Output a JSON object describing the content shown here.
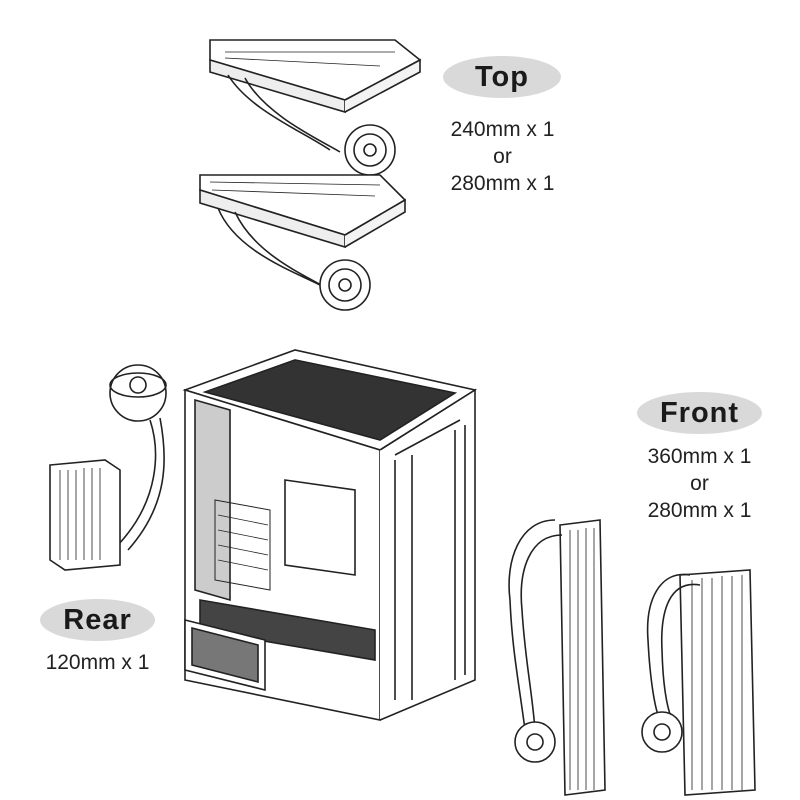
{
  "placements": {
    "top": {
      "label": "Top",
      "line1": "240mm x 1",
      "or": "or",
      "line2": "280mm x 1"
    },
    "front": {
      "label": "Front",
      "line1": "360mm x 1",
      "or": "or",
      "line2": "280mm x 1"
    },
    "rear": {
      "label": "Rear",
      "line1": "120mm x 1"
    }
  },
  "colors": {
    "pill": "#d9d9d9",
    "line": "#222222"
  }
}
